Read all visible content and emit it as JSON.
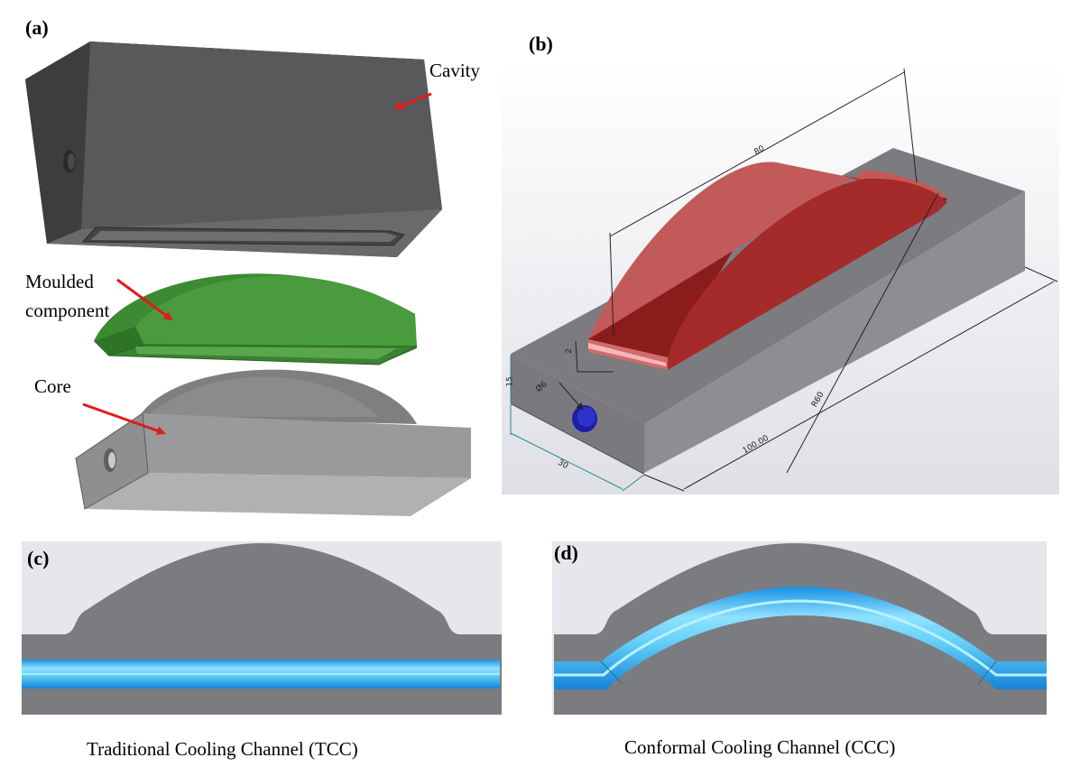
{
  "panels": {
    "a": {
      "label": "(a)",
      "callouts": {
        "cavity": "Cavity",
        "moulded_line1": "Moulded",
        "moulded_line2": "component",
        "core": "Core"
      }
    },
    "b": {
      "label": "(b)",
      "dimensions": {
        "length_top": "80",
        "height": "15",
        "width": "30",
        "length": "100.00",
        "radius": "R60",
        "hole_diameter": "Ø6",
        "offset": "2"
      }
    },
    "c": {
      "label": "(c)",
      "caption": "Traditional Cooling Channel (TCC)"
    },
    "d": {
      "label": "(d)",
      "caption": "Conformal Cooling Channel (CCC)"
    }
  },
  "colors": {
    "mould_grey": "#6f6f72",
    "section_grey": "#7b7c80",
    "moulded_green": "#3f8f35",
    "moulded_red": "#9b2424",
    "channel_blue": "#2aa6ee",
    "arrow_red": "#e01b1b"
  }
}
